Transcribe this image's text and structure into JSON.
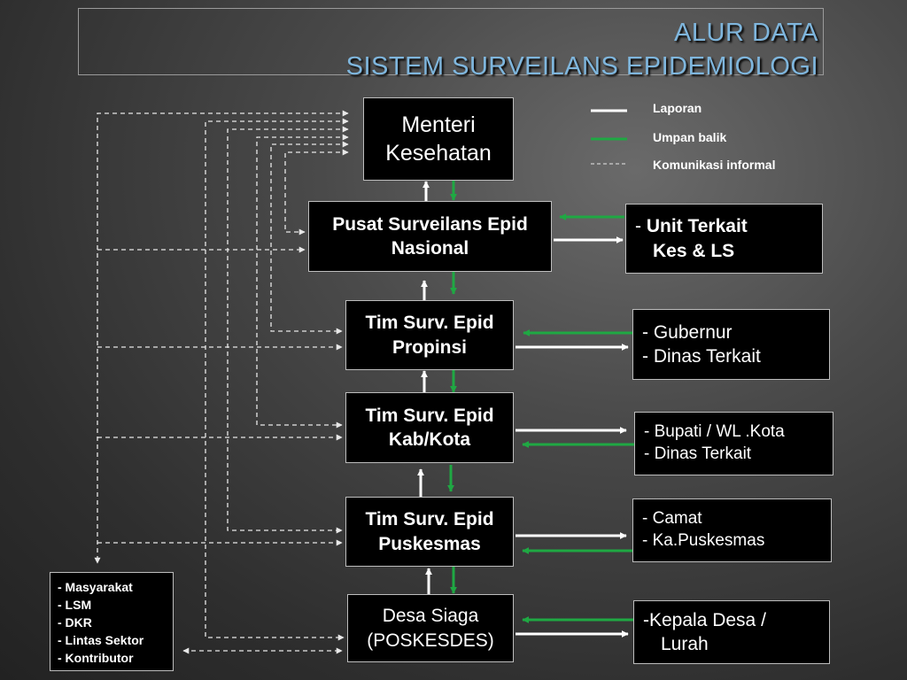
{
  "title": {
    "line1": "Alur Data",
    "line2": "Sistem Surveilans Epidemiologi"
  },
  "legend": {
    "laporan": "Laporan",
    "umpan_balik": "Umpan balik",
    "komunikasi": "Komunikasi informal"
  },
  "nodes": {
    "menteri": [
      "Menteri",
      "Kesehatan"
    ],
    "pusat": [
      "Pusat Surveilans Epid",
      "Nasional"
    ],
    "propinsi": [
      "Tim Surv. Epid",
      "Propinsi"
    ],
    "kabkota": [
      "Tim Surv. Epid",
      "Kab/Kota"
    ],
    "puskesmas": [
      "Tim Surv. Epid",
      "Puskesmas"
    ],
    "desa": [
      "Desa Siaga",
      "(POSKESDES)"
    ],
    "unit": {
      "prefix": "- ",
      "line1": "Unit  Terkait",
      "line2": "Kes & LS"
    },
    "gubernur": [
      "- Gubernur",
      "- Dinas Terkait"
    ],
    "bupati": [
      "- Bupati / WL .Kota",
      "- Dinas Terkait"
    ],
    "camat": [
      "- Camat",
      "- Ka.Puskesmas"
    ],
    "kepala": [
      "-Kepala Desa /",
      "Lurah"
    ],
    "masyarakat": [
      "- Masyarakat",
      "- LSM",
      "- DKR",
      "- Lintas Sektor",
      "- Kontributor"
    ]
  },
  "colors": {
    "report": "#ffffff",
    "feedback": "#1fa843",
    "informal": "#e8e8e8",
    "title": "#7fb6dd"
  }
}
